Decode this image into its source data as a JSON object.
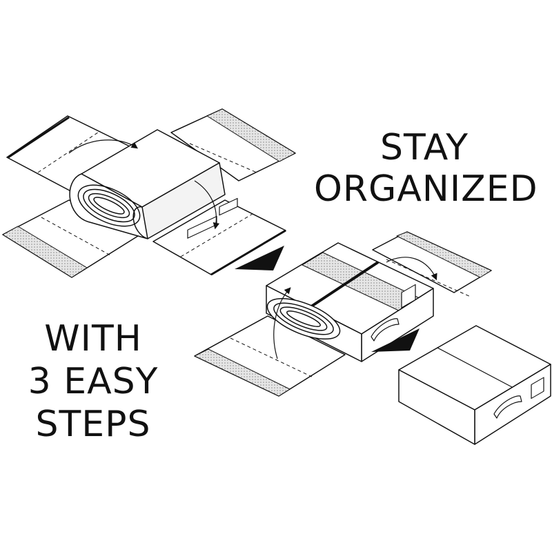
{
  "headline_top": {
    "line1": "STAY",
    "line2": "ORGANIZED"
  },
  "headline_bottom": {
    "line1": "WITH",
    "line2": "3 EASY",
    "line3": "STEPS"
  },
  "colors": {
    "ink": "#111111",
    "background": "#ffffff",
    "hatch": "#bdbdbd"
  },
  "steps": [
    {
      "name": "step-1-unfolded-organizer"
    },
    {
      "name": "step-2-folding-flaps"
    },
    {
      "name": "step-3-closed-box"
    }
  ]
}
